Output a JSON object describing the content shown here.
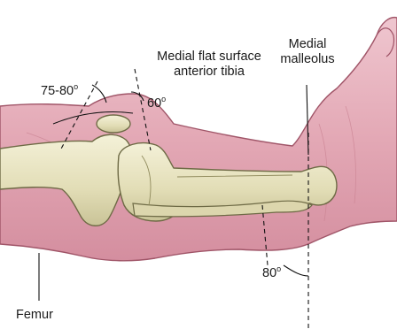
{
  "labels": {
    "angle_knee": "75-80",
    "angle_patella": "60",
    "angle_ankle": "80",
    "degree_symbol": "o",
    "tibia_line1": "Medial flat surface",
    "tibia_line2": "anterior tibia",
    "malleolus_line1": "Medial",
    "malleolus_line2": "malleolus",
    "femur": "Femur"
  },
  "colors": {
    "skin": "#e7b2be",
    "skin_edge": "#a05568",
    "bone": "#e6e2bf",
    "bone_edge": "#6e6a45"
  }
}
